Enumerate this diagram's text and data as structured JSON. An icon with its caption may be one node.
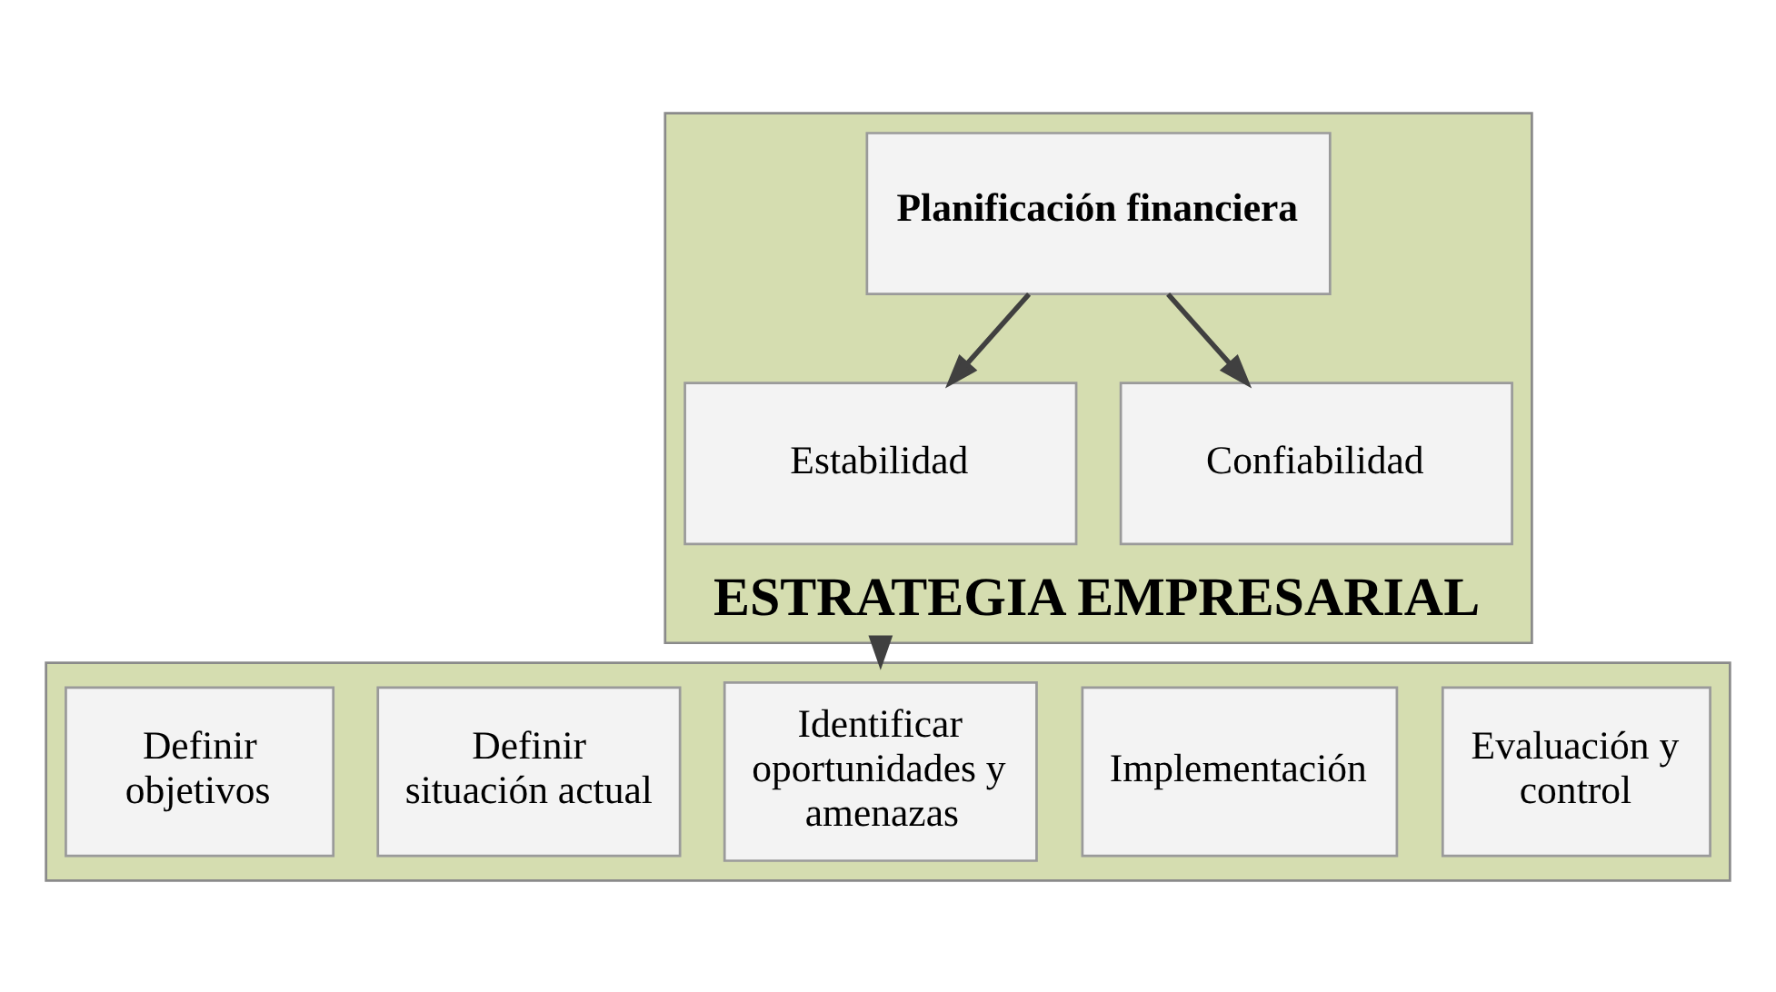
{
  "diagram": {
    "nodes": [
      {
        "text": [
          "ESTRATEGIA EMPRESARIAL"
        ]
      },
      {
        "text": [
          "Planificación financiera"
        ],
        "in": 0
      },
      {
        "text": [
          "Estabilidad"
        ],
        "in": 0
      },
      {
        "text": [
          "Confiabilidad"
        ],
        "in": 0
      },
      {
        "text": [],
        "shape": "box"
      },
      {
        "text": [
          "Definir objetivos"
        ],
        "in": 4
      },
      {
        "text": [
          "Definir situación actual"
        ],
        "in": 4
      },
      {
        "text": [
          "Identificar oportunidades y amenazas"
        ],
        "in": 4
      },
      {
        "text": [
          "Implementación"
        ],
        "in": 4
      },
      {
        "text": [
          "Evaluación y control"
        ],
        "in": 4
      }
    ],
    "edges": [
      {
        "from": 1,
        "to": 2,
        "arrow": "to"
      },
      {
        "from": 1,
        "to": 3,
        "arrow": "to"
      },
      {
        "from": 0,
        "to": 4,
        "arrow": "to"
      }
    ]
  }
}
